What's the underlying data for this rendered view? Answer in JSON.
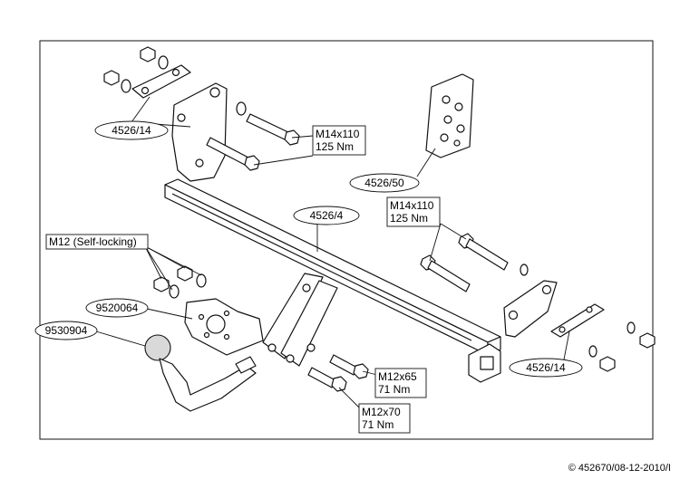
{
  "labels": {
    "bracket_left": "4526/14",
    "bracket_right": "4526/14",
    "bracket_plate": "4526/50",
    "crossbar": "4526/4",
    "bolt_top": "M14x110",
    "torque_top": "125 Nm",
    "bolt_right": "M14x110",
    "torque_right": "125 Nm",
    "nut_note": "M12 (Self-locking)",
    "socket_plate": "9520064",
    "towball": "9530904",
    "bolt_m12x65": "M12x65",
    "torque_m12x65": "71 Nm",
    "bolt_m12x70": "M12x70",
    "torque_m12x70": "71 Nm"
  },
  "footer": {
    "copyright": "© 452670/08-12-2010/I"
  }
}
